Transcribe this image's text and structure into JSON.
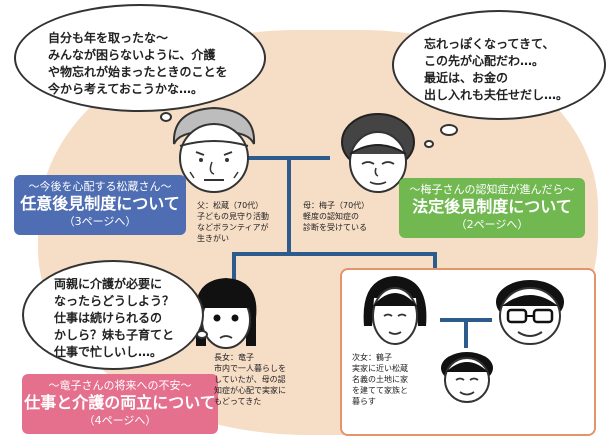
{
  "bubbles": {
    "father": "自分も年を取ったな～\nみんなが困らないように、介護\nや物忘れが始まったときのことを\n今から考えておこうかな…。",
    "mother": "忘れっぽくなってきて、\nこの先が心配だわ…。\n最近は、お金の\n出し入れも夫任せだし…。",
    "daughter": "両親に介護が必要に\nなったらどうしよう？\n仕事は続けられるの\nかしら？妹も子育てと\n仕事で忙しいし…。"
  },
  "boxes": {
    "voluntary": {
      "sub": "～今後を心配する松蔵さん～",
      "main": "任意後見制度について",
      "page": "（3ページへ）",
      "color": "#4e6db2"
    },
    "legal": {
      "sub": "～梅子さんの認知症が進んだら～",
      "main": "法定後見制度について",
      "page": "（2ページへ）",
      "color": "#72b851"
    },
    "work": {
      "sub": "～竜子さんの将来への不安～",
      "main": "仕事と介護の両立について",
      "page": "（4ページへ）",
      "color": "#e5708e"
    }
  },
  "captions": {
    "father": "父：松蔵（70代）\n子どもの見守り活動\nなどボランティアが\n生きがい",
    "mother": "母：梅子（70代）\n軽度の認知症の\n診断を受けている",
    "elder": "長女：竜子\n市内で一人暮らしを\nしていたが、母の認\n知症が心配で実家に\nもどってきた",
    "younger": "次女：鶴子\n実家に近い松蔵\n名義の土地に家\nを建てて家族と\n暮らす"
  },
  "colors": {
    "blob": "#f6ddc6",
    "line": "#2c5b8c",
    "frame": "#e4946b"
  }
}
